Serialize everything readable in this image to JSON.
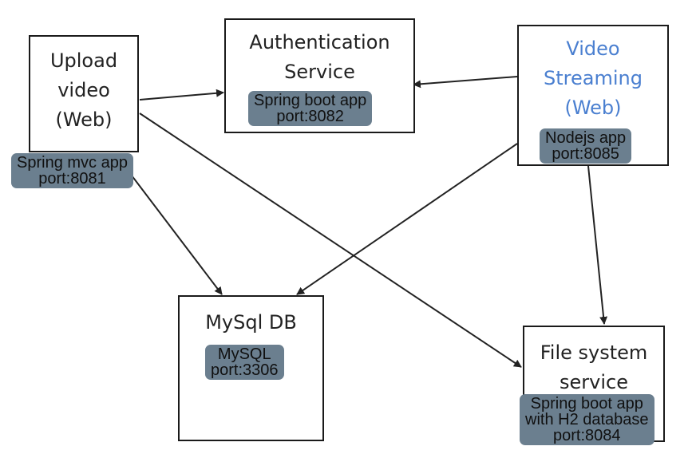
{
  "nodes": {
    "upload": {
      "title": "Upload\nvideo\n(Web)",
      "tag_line1": "Spring mvc app",
      "tag_line2": "port:8081"
    },
    "auth": {
      "title": "Authentication\nService",
      "tag_line1": "Spring boot app",
      "tag_line2": "port:8082"
    },
    "streaming": {
      "title": "Video\nStreaming\n(Web)",
      "title_color": "#4a7fd0",
      "tag_line1": "Nodejs app",
      "tag_line2": "port:8085"
    },
    "mysql": {
      "title": "MySql DB",
      "tag_line1": "MySQL",
      "tag_line2": "port:3306"
    },
    "filesystem": {
      "title": "File system\nservice",
      "tag_line1": "Spring boot app",
      "tag_line2": "with H2 database",
      "tag_line3": "port:8084"
    }
  },
  "edges": [
    {
      "from": "upload",
      "to": "auth"
    },
    {
      "from": "streaming",
      "to": "auth"
    },
    {
      "from": "upload",
      "to": "mysql"
    },
    {
      "from": "upload",
      "to": "filesystem"
    },
    {
      "from": "streaming",
      "to": "mysql"
    },
    {
      "from": "streaming",
      "to": "filesystem"
    }
  ],
  "colors": {
    "tag_background": "#6b7f8f",
    "border": "#1a1a1a",
    "edge": "#222222"
  }
}
